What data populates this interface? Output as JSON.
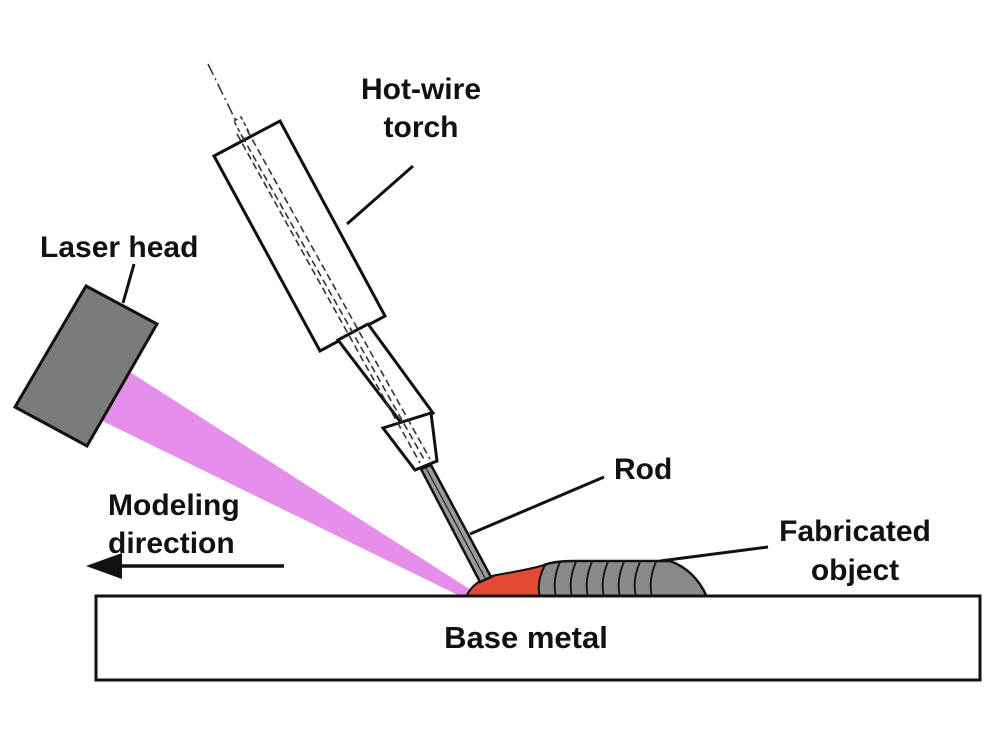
{
  "labels": {
    "torch_line1": "Hot-wire",
    "torch_line2": "torch",
    "laser_head": "Laser head",
    "rod": "Rod",
    "modeling_line1": "Modeling",
    "modeling_line2": "direction",
    "fabricated_line1": "Fabricated",
    "fabricated_line2": "object",
    "base_metal": "Base metal"
  },
  "colors": {
    "laser_beam": "#E58FEA",
    "laser_head": "#7B7B7B",
    "melt_pool": "#E24A33",
    "weld_bead": "#8A8A8A",
    "outline": "#111111"
  }
}
